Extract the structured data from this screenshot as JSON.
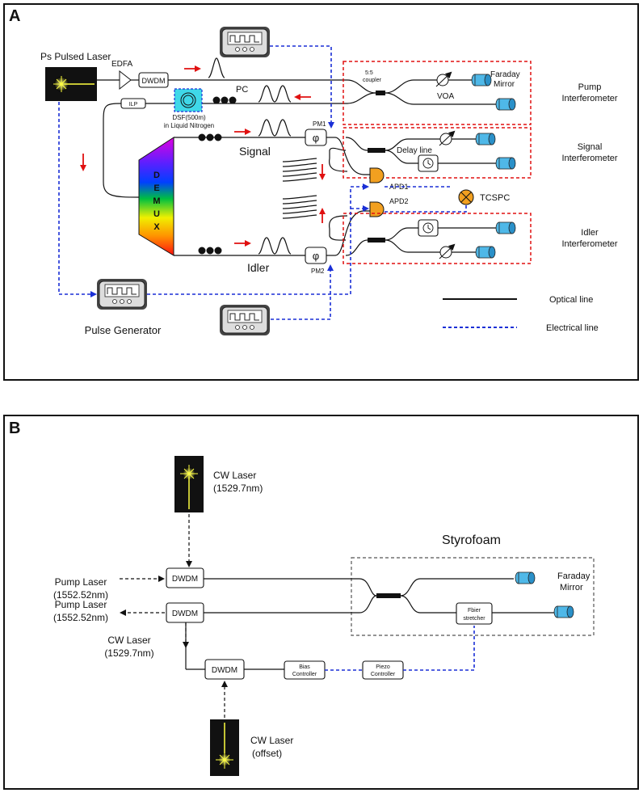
{
  "panelA": {
    "letter": "A",
    "ps_laser": "Ps Pulsed Laser",
    "edfa": "EDFA",
    "dwdm": "DWDM",
    "pc": "PC",
    "ilp": "ILP",
    "dsf1": "DSF(500m)",
    "dsf2": "in Liquid Nitrogen",
    "coupler1": "5:5",
    "coupler2": "coupler",
    "voa": "VOA",
    "faraday1": "Faraday",
    "faraday2": "Mirror",
    "pump_int1": "Pump",
    "pump_int2": "Interferometer",
    "signal": "Signal",
    "idler": "Idler",
    "pm1": "PM1",
    "pm2": "PM2",
    "phi": "φ",
    "delay_line": "Delay line",
    "sig_int1": "Signal",
    "sig_int2": "Interferometer",
    "apd1": "APD1",
    "apd2": "APD2",
    "tcspc": "TCSPC",
    "idl_int1": "Idler",
    "idl_int2": "Interferometer",
    "demux": [
      "D",
      "E",
      "M",
      "U",
      "X"
    ],
    "pulse_gen": "Pulse Generator",
    "legend_optical": "Optical line",
    "legend_electrical": "Electrical line"
  },
  "panelB": {
    "letter": "B",
    "cw_top1": "CW Laser",
    "cw_top2": "(1529.7nm)",
    "styrofoam": "Styrofoam",
    "pump_in1": "Pump Laser",
    "pump_in2": "(1552.52nm)",
    "pump_out1": "Pump Laser",
    "pump_out2": "(1552.52nm)",
    "dwdm": "DWDM",
    "faraday1": "Faraday",
    "faraday2": "Mirror",
    "fiber1": "Fbier",
    "fiber2": "stretcher",
    "cw_mid1": "CW Laser",
    "cw_mid2": "(1529.7nm)",
    "bias1": "Bias",
    "bias2": "Controller",
    "piezo1": "Piezo",
    "piezo2": "Controller",
    "cw_bot1": "CW Laser",
    "cw_bot2": "(offset)"
  }
}
